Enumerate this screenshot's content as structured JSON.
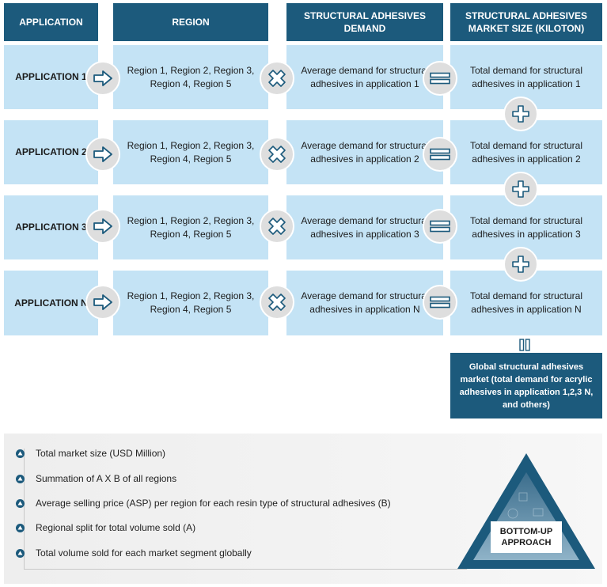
{
  "headers": [
    "APPLICATION",
    "REGION",
    "STRUCTURAL ADHESIVES DEMAND",
    "STRUCTURAL ADHESIVES MARKET SIZE (KILOTON)"
  ],
  "rows": [
    {
      "application": "APPLICATION 1",
      "region": "Region 1, Region 2, Region 3, Region 4, Region 5",
      "demand": "Average demand for structural adhesives in application 1",
      "total": "Total demand for structural adhesives in application 1"
    },
    {
      "application": "APPLICATION 2",
      "region": "Region 1, Region 2, Region 3, Region 4, Region 5",
      "demand": "Average demand for structural adhesives in application 2",
      "total": "Total demand for structural adhesives in application 2"
    },
    {
      "application": "APPLICATION 3",
      "region": "Region 1, Region 2, Region 3, Region 4, Region 5",
      "demand": "Average demand for structural adhesives in application 3",
      "total": "Total demand for structural adhesives in application 3"
    },
    {
      "application": "APPLICATION N",
      "region": "Region 1, Region 2, Region 3, Region 4, Region 5",
      "demand": "Average demand for structural adhesives in application N",
      "total": "Total demand for structural adhesives in application N"
    }
  ],
  "global_box": "Global structural adhesives market (total demand for acrylic adhesives in application 1,2,3 N, and others)",
  "bullets": [
    "Total market size (USD Million)",
    "Summation of A X B of all regions",
    "Average selling price (ASP) per region for each resin type of structural adhesives (B)",
    "Regional split for total volume sold (A)",
    "Total volume sold for each market segment globally"
  ],
  "approach_label": "BOTTOM-UP APPROACH",
  "icons": {
    "arrow": "arrow-right-icon",
    "multiply": "multiply-icon",
    "equals": "equals-icon",
    "plus": "plus-icon",
    "result": "equals-vertical-icon",
    "bullet": "triangle-up-icon"
  },
  "colors": {
    "header": "#1c5a7c",
    "cell": "#c4e3f5",
    "circle": "#dedede",
    "icon_stroke": "#1c5a7c"
  }
}
